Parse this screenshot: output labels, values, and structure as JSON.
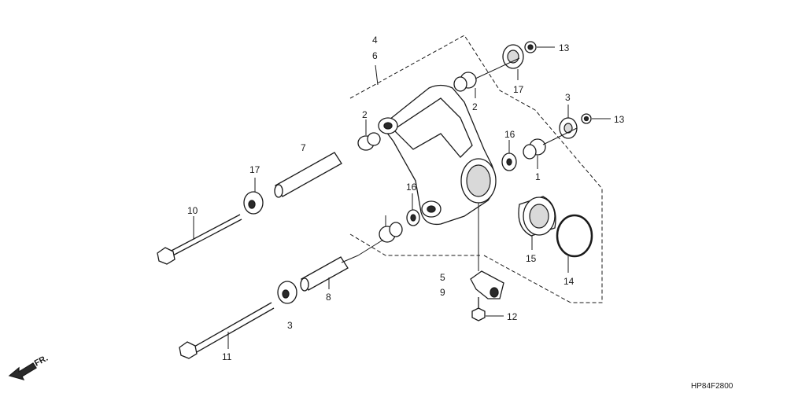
{
  "diagram": {
    "callouts": [
      "4",
      "6",
      "13",
      "17",
      "2",
      "3",
      "13",
      "16",
      "1",
      "7",
      "17",
      "2",
      "10",
      "16",
      "15",
      "14",
      "5",
      "9",
      "8",
      "12",
      "3",
      "11"
    ],
    "direction_label": "FR.",
    "diagram_code": "HP84F2800"
  }
}
